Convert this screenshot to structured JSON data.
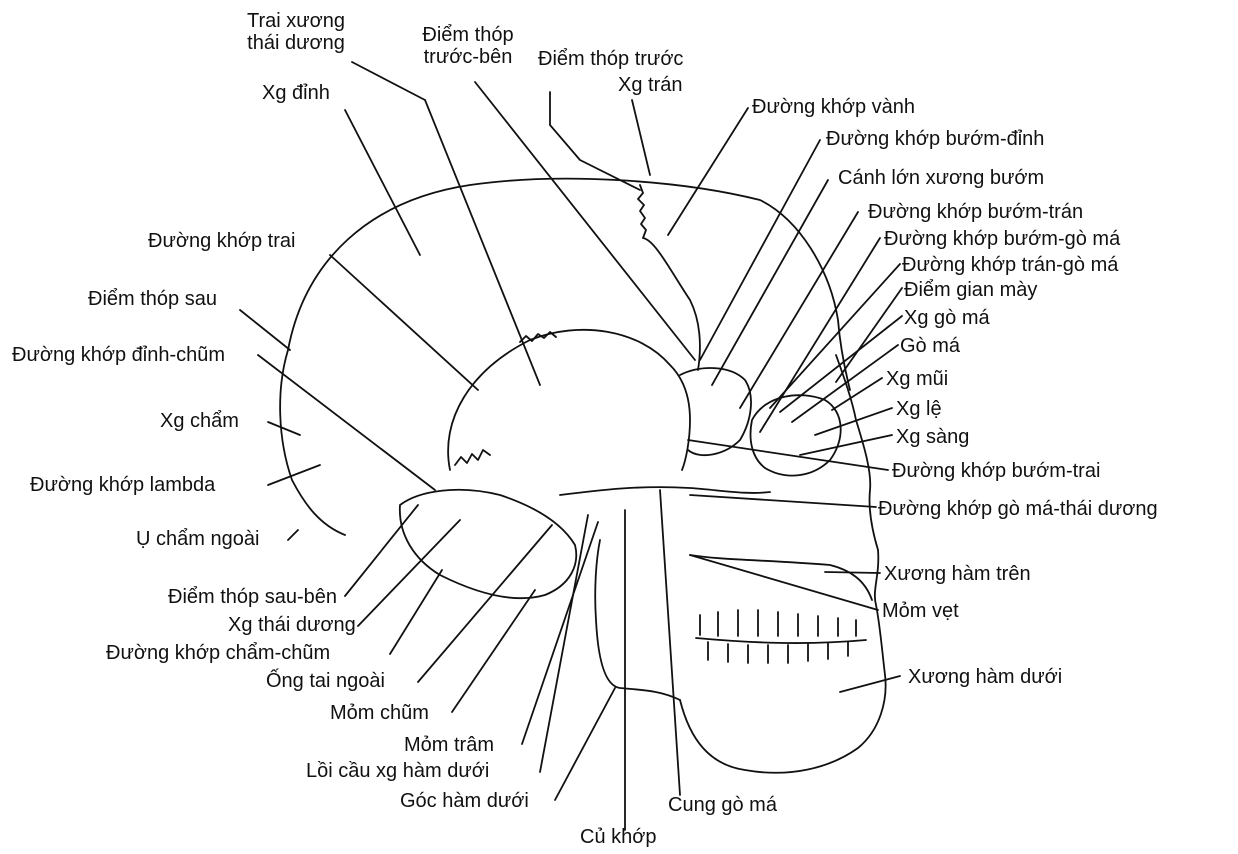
{
  "diagram": {
    "colors": {
      "ink": "#111111",
      "background": "#ffffff"
    },
    "labels": {
      "trai_xuong_thai_duong_1": "Trai xương",
      "trai_xuong_thai_duong_2": "thái dương",
      "diem_thop_truoc_ben_1": "Điểm thóp",
      "diem_thop_truoc_ben_2": "trước-bên",
      "diem_thop_truoc": "Điểm thóp trước",
      "xg_tran": "Xg trán",
      "xg_dinh": "Xg đỉnh",
      "duong_khop_vanh": "Đường khớp vành",
      "duong_khop_buom_dinh": "Đường khớp bướm-đỉnh",
      "canh_lon_xuong_buom": "Cánh lớn xương bướm",
      "duong_khop_buom_tran": "Đường khớp bướm-trán",
      "duong_khop_buom_go_ma": "Đường khớp  bướm-gò má",
      "duong_khop_tran_go_ma": "Đường khớp trán-gò má",
      "diem_gian_may": "Điểm gian mày",
      "xg_go_ma": "Xg gò má",
      "go_ma": "Gò má",
      "xg_mui": "Xg mũi",
      "xg_le": "Xg lệ",
      "xg_sang": "Xg sàng",
      "duong_khop_buom_trai": "Đường khớp bướm-trai",
      "duong_khop_go_ma_thai_duong": "Đường khớp gò má-thái dương",
      "xuong_ham_tren": "Xương hàm trên",
      "mom_vet": "Mỏm vẹt",
      "xuong_ham_duoi": "Xương hàm dưới",
      "duong_khop_trai": "Đường khớp trai",
      "diem_thop_sau": "Điểm thóp sau",
      "duong_khop_dinh_chum": "Đường khớp đỉnh-chũm",
      "xg_cham": "Xg chẩm",
      "duong_khop_lambda": "Đường khớp lambda",
      "u_cham_ngoai": "Ụ chẩm ngoài",
      "diem_thop_sau_ben": "Điểm thóp sau-bên",
      "xg_thai_duong": "Xg thái dương",
      "duong_khop_cham_chum": "Đường khớp chẩm-chũm",
      "ong_tai_ngoai": "Ống tai ngoài",
      "mom_chum": "Mỏm chũm",
      "mom_tram": "Mỏm trâm",
      "loi_cau_xg_ham_duoi": "Lồi cầu xg hàm dưới",
      "goc_ham_duoi": "Góc hàm dưới",
      "cung_go_ma": "Cung gò má",
      "cu_khop": "Củ khớp"
    }
  }
}
